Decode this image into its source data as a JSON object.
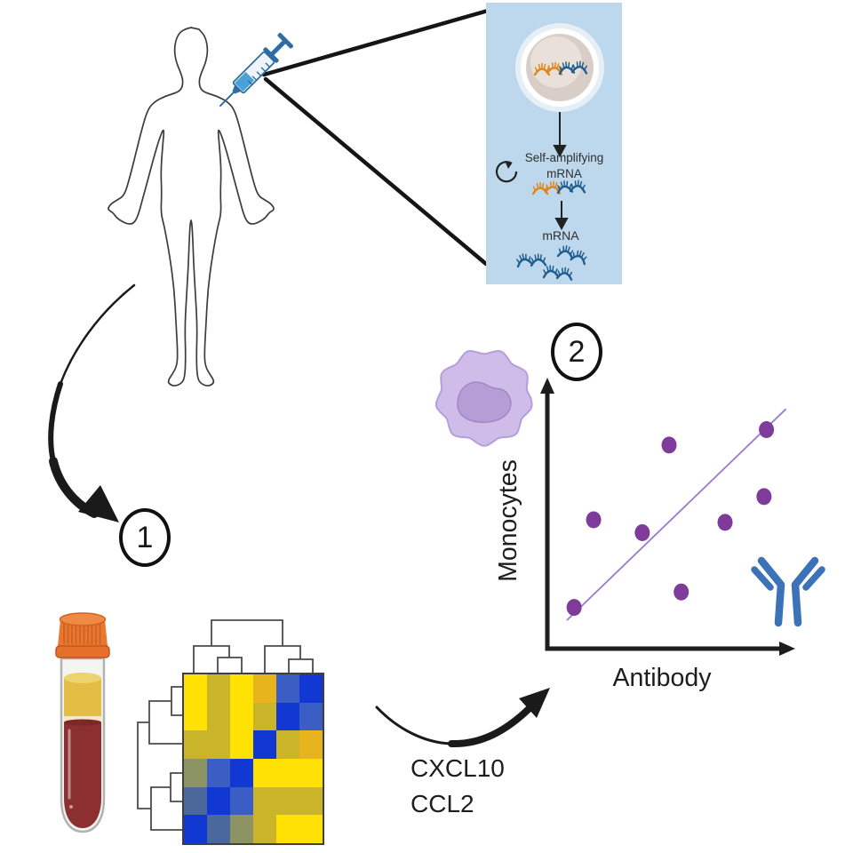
{
  "panel": {
    "line1": "Self-amplifying",
    "line2": "mRNA",
    "mrna": "mRNA"
  },
  "steps": {
    "one": "1",
    "two": "2"
  },
  "biomarkers": {
    "cxcl10": "CXCL10",
    "ccl2": "CCL2"
  },
  "icons": {
    "human_body": "human-outline-icon",
    "syringe": "syringe-icon",
    "lipid_nanoparticle": "lipid-nanoparticle-icon",
    "cycle_arrow": "self-amplifying-cycle-icon",
    "rna_strand": "rna-strand-icon",
    "blood_tube": "blood-collection-tube-icon",
    "curved_arrow": "curved-flow-arrow-icon",
    "monocyte": "monocyte-cell-icon",
    "antibody": "antibody-y-icon"
  },
  "colors": {
    "panel_bg": "#bdd8ec",
    "rna_orange": "#e0851c",
    "rna_blue": "#1f5c8e",
    "syringe_blue": "#2e6da4",
    "dot_purple": "#7e3b9a",
    "trend_purple": "#9b79cc",
    "monocyte_fill": "#cfbce8",
    "antibody_blue": "#3b72b8",
    "cap_orange": "#e6702b",
    "serum_yellow": "#e3be44",
    "blood_red": "#8b2f30"
  },
  "chart_data": [
    {
      "type": "scatter",
      "xlabel": "Antibody",
      "ylabel": "Monocytes",
      "axis_range": [
        0,
        1
      ],
      "points": [
        [
          0.11,
          0.16
        ],
        [
          0.19,
          0.5
        ],
        [
          0.39,
          0.45
        ],
        [
          0.5,
          0.79
        ],
        [
          0.55,
          0.22
        ],
        [
          0.73,
          0.49
        ],
        [
          0.89,
          0.59
        ],
        [
          0.9,
          0.85
        ]
      ],
      "trendline": {
        "x1": 0.08,
        "y1": 0.11,
        "x2": 0.98,
        "y2": 0.93
      },
      "point_color": "#7e3b9a",
      "trend_color": "#9b79cc",
      "grid": false,
      "legend": false
    },
    {
      "type": "heatmap",
      "rows": 6,
      "cols": 6,
      "palette": {
        "Y": "#ffe103",
        "O": "#c9b42a",
        "A": "#e7b41e",
        "BB": "#1238d4",
        "MB": "#3b5ec4",
        "SB": "#4a689c",
        "GO": "#8d9464"
      },
      "cells": [
        [
          "Y",
          "O",
          "Y",
          "A",
          "MB",
          "BB"
        ],
        [
          "Y",
          "O",
          "Y",
          "O",
          "BB",
          "MB"
        ],
        [
          "O",
          "O",
          "Y",
          "BB",
          "O",
          "A"
        ],
        [
          "GO",
          "MB",
          "BB",
          "Y",
          "Y",
          "Y"
        ],
        [
          "SB",
          "BB",
          "MB",
          "O",
          "O",
          "O"
        ],
        [
          "BB",
          "SB",
          "GO",
          "O",
          "Y",
          "Y"
        ]
      ],
      "col_dendrogram": "((1,(2,3)),(4,(5,6)))",
      "row_dendrogram": "(((1,2),3),((4,5),6))"
    }
  ]
}
